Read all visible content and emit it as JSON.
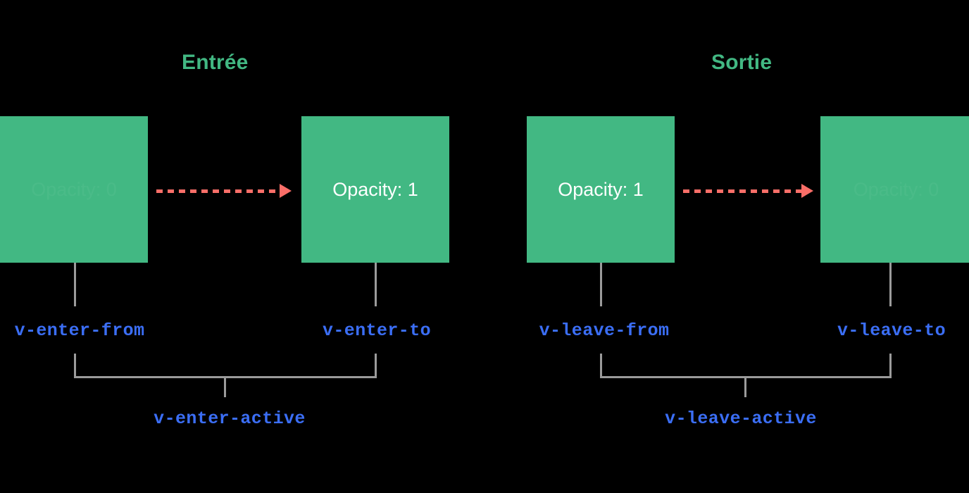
{
  "page": {
    "background": "#000000",
    "accent_green": "#42b883",
    "accent_blue": "#3b6ef5",
    "accent_coral": "#fa6e68",
    "line_gray": "#9b9b9b"
  },
  "sections": [
    {
      "heading": "Entrée",
      "boxes": [
        {
          "label": "Opacity: 0",
          "faded": true
        },
        {
          "label": "Opacity: 1",
          "faded": false
        }
      ],
      "hooks": {
        "from": "v-enter-from",
        "to": "v-enter-to",
        "active": "v-enter-active"
      }
    },
    {
      "heading": "Sortie",
      "boxes": [
        {
          "label": "Opacity: 1",
          "faded": false
        },
        {
          "label": "Opacity: 0",
          "faded": true
        }
      ],
      "hooks": {
        "from": "v-leave-from",
        "to": "v-leave-to",
        "active": "v-leave-active"
      }
    }
  ],
  "icons": {
    "arrow": "dashed-arrow-right-icon"
  }
}
